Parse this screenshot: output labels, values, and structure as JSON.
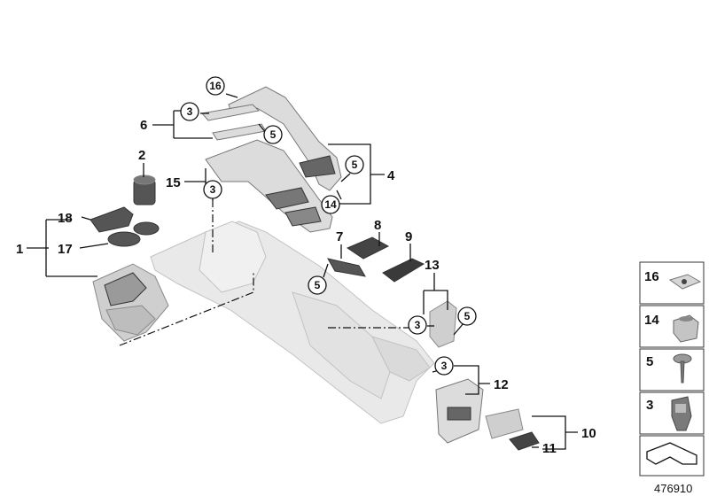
{
  "callouts": {
    "n1": "1",
    "n2": "2",
    "n4": "4",
    "n6": "6",
    "n7": "7",
    "n8": "8",
    "n9": "9",
    "n10": "10",
    "n11": "11",
    "n12": "12",
    "n13": "13",
    "n15": "15",
    "n17": "17",
    "n18": "18"
  },
  "circled": {
    "c16": "16",
    "c3a": "3",
    "c5a": "5",
    "c5b": "5",
    "c14": "14",
    "c3b": "3",
    "c5c": "5",
    "c3c": "3",
    "c5d": "5",
    "c3d": "3"
  },
  "legend": {
    "items": [
      {
        "label": "16"
      },
      {
        "label": "14"
      },
      {
        "label": "5"
      },
      {
        "label": "3"
      }
    ]
  },
  "reference": "476910"
}
